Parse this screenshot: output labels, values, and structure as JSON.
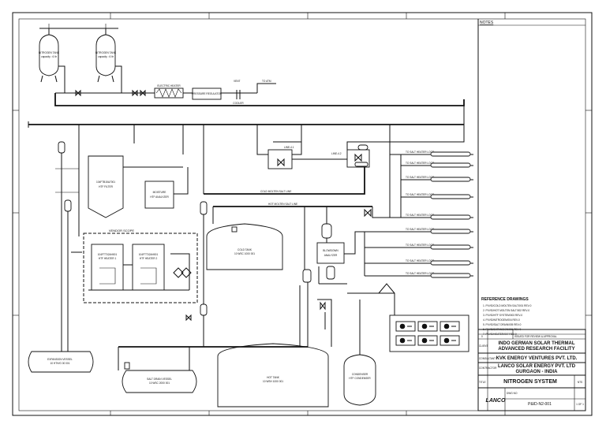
{
  "notes_header": "NOTES",
  "tanks": {
    "tank_1": {
      "name": "NITROGEN TANK",
      "capacity": "capacity : 6 ltr"
    },
    "tank_2": {
      "name": "NITROGEN TANK",
      "capacity": "capacity : 6 ltr"
    }
  },
  "inline": {
    "electric": "ELECTRIC HEATER",
    "pressure_reg": "PRESSURE REGULATOR",
    "cooler": "COOLER",
    "vent": "VENT",
    "to_atm": "TO ATM"
  },
  "equipment": {
    "filter": {
      "tag": "104FTB15A7001",
      "name": "HTF FILTER"
    },
    "moisture": {
      "l1": "MOISTURE",
      "l2": "HTF ANALYZER"
    },
    "vendor": "VENDOR SCOPE",
    "heater1": {
      "tag": "104FTT02AH001",
      "name": "HTF HEATER 1"
    },
    "heater2": {
      "tag": "104FTT02AH001",
      "name": "HTF HEATER 2"
    },
    "cold_tank": {
      "name": "COLD TANK",
      "tag": "10 WSC 1000 001"
    },
    "blowdown": {
      "l1": "BLOWDOWN",
      "l2": "ANALYZER"
    },
    "expansion": {
      "name": "EXPANSION VESSEL",
      "tag": "10 HTH/G 00 001"
    },
    "salt_drain": {
      "name": "SALT DRAIN VESSEL",
      "tag": "10 WSC 2000 001"
    },
    "hot_tank": {
      "name": "HOT TANK",
      "tag": "10 WSH 1000 001"
    },
    "condenser": {
      "l1": "CONDENSER",
      "l2": "HTF CONDENSER"
    }
  },
  "lines": {
    "cold_salt": "COLD MOLTEN SALT LINE",
    "hot_salt": "HOT MOLTEN SALT LINE",
    "line_a": "LINE-4.1",
    "line_b": "LINE-4.2"
  },
  "outlets": [
    "TO SALT HEATER LOOP",
    "TO SALT HEATER LOOP",
    "TO SALT HEATER LOOP",
    "TO SALT HEATER LOOP",
    "TO SALT HEATER LOOP",
    "TO SALT HEATER LOOP",
    "TO SALT HEATER LOOP",
    "TO SALT HEATER LOOP",
    "TO SALT HEATER LOOP"
  ],
  "reference": {
    "title": "REFERENCE DRAWINGS",
    "items": [
      "1. P/V/ID/COLD MOLTEN SALT/001 REV-0",
      "2. P/V/ID/HOT MOLTEN SALT/002 REV-0",
      "3. P/V/ID/HTF SYSTEM/003 REV-0",
      "4. P/V/ID/NITROGEN/004 REV-0",
      "5. P/V/ID/SALT DRAIN/005 REV-0",
      "6. P/V/ID/EXPANSION/006 REV-0",
      "7. P/V/ID/HEATER/007 REV-0"
    ]
  },
  "title_block": {
    "client_l1": "INDO GERMAN SOLAR THERMAL",
    "client_l2": "ADVANCED RESEARCH FACILITY",
    "company": "KVK ENERGY VENTURES PVT. LTD.",
    "contractor_l1": "LANCO SOLAR ENERGY PVT. LTD",
    "contractor_l2": "GURGAON - INDIA",
    "drawing_title": "NITROGEN SYSTEM",
    "logo": "LANCO",
    "dwg_no": "P&ID-N2-001",
    "sheet": "1 OF 1",
    "scale": "NTS",
    "rev": "0",
    "rev_desc": "ISSUED FOR REVIEW & APPROVAL",
    "label_client": "CLIENT",
    "label_consultant": "CONSULTANT",
    "label_contractor": "CONTRACTOR",
    "label_title": "TITLE",
    "label_dwg": "DWG NO"
  }
}
